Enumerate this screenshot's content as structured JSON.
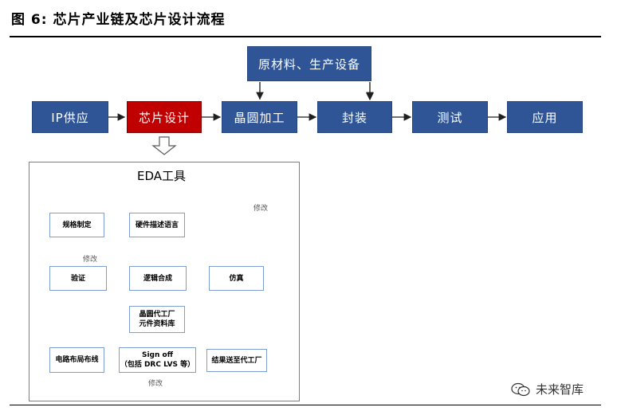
{
  "title": "图 6:  芯片产业链及芯片设计流程",
  "chain": {
    "ip": "IP供应",
    "design": "芯片设计",
    "foundry": "晶圆加工",
    "package": "封装",
    "test": "测试",
    "apply": "应用",
    "materials": "原材料、生产设备"
  },
  "eda": {
    "title": "EDA工具",
    "spec": "规格制定",
    "hdl": "硬件描述语言",
    "sim": "仿真",
    "logic": "逻辑合成",
    "verify": "验证",
    "library_line1": "晶圆代工厂",
    "library_line2": "元件资料库",
    "layout": "电路布局布线",
    "signoff_line1": "Sign off",
    "signoff_line2": "（包括 DRC LVS 等）",
    "result": "结果送至代工厂",
    "modify1": "修改",
    "modify2": "修改",
    "modify3": "修改"
  },
  "watermark": "未来智库",
  "colors": {
    "chain_blue": "#2f5597",
    "highlight_red": "#c00000",
    "arrow_blue": "#4472c4"
  }
}
